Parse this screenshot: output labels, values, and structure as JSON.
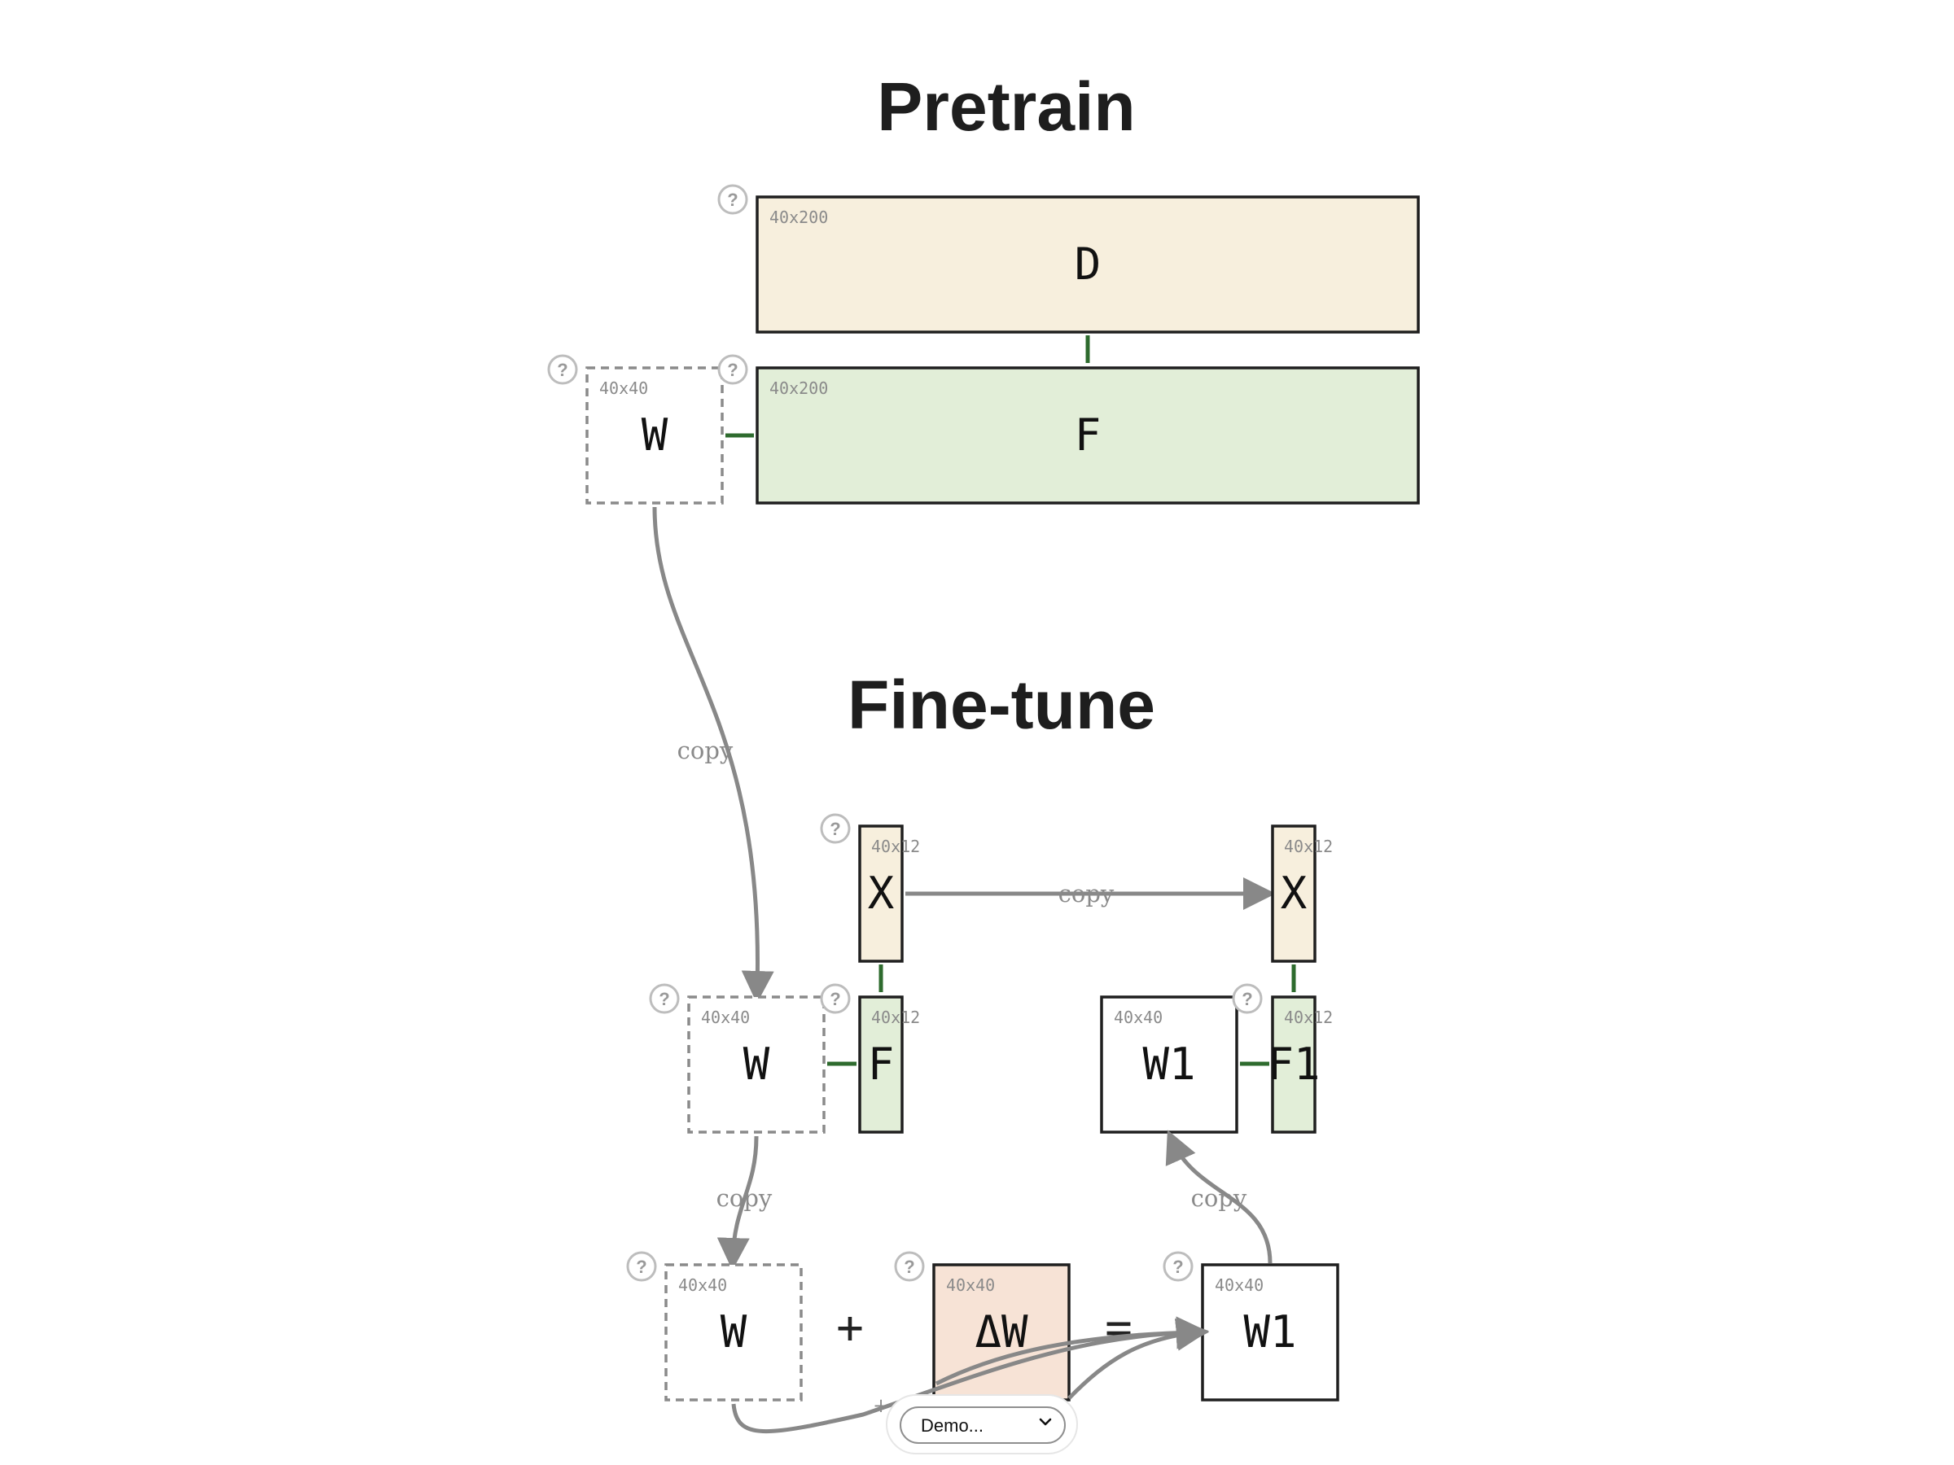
{
  "sections": {
    "pretrain_title": "Pretrain",
    "finetune_title": "Fine-tune"
  },
  "matrices": {
    "pretrain_d": {
      "label": "D",
      "dims": "40x200"
    },
    "pretrain_w": {
      "label": "W",
      "dims": "40x40"
    },
    "pretrain_f": {
      "label": "F",
      "dims": "40x200"
    },
    "ft_x": {
      "label": "X",
      "dims": "40x12"
    },
    "ft_x_copy": {
      "label": "X",
      "dims": "40x12"
    },
    "ft_w": {
      "label": "W",
      "dims": "40x40"
    },
    "ft_f": {
      "label": "F",
      "dims": "40x12"
    },
    "ft_w1": {
      "label": "W1",
      "dims": "40x40"
    },
    "ft_f1": {
      "label": "F1",
      "dims": "40x12"
    },
    "sum_w": {
      "label": "W",
      "dims": "40x40"
    },
    "sum_dw": {
      "label": "ΔW",
      "dims": "40x40"
    },
    "sum_w1": {
      "label": "W1",
      "dims": "40x40"
    }
  },
  "operators": {
    "plus": "+",
    "equals": "=",
    "small_plus": "+"
  },
  "edges": {
    "copy_w_pretrain_to_ft": "copy",
    "copy_x": "copy",
    "copy_w_to_sum": "copy",
    "copy_w1_up": "copy"
  },
  "help_icon_glyph": "?",
  "demo_select": {
    "value": "Demo..."
  },
  "colors": {
    "data_fill": "#f7efdd",
    "feature_fill": "#e2eed8",
    "delta_fill": "#f7e3d6",
    "connector": "#2e6b2e",
    "arrow": "#888888"
  }
}
